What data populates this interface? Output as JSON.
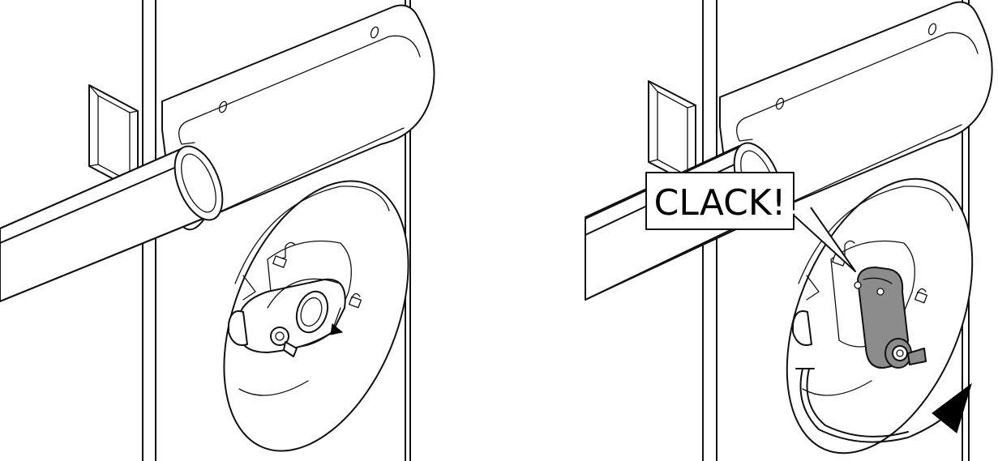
{
  "callout": {
    "text": "CLACK!"
  },
  "colors": {
    "line": "#111111",
    "handle_fill": "#8c8c8c",
    "background": "#ffffff",
    "arrow": "#000000"
  },
  "panels": [
    {
      "state": "handle-horizontal",
      "icons": [
        "lock-open-icon",
        "lock-closed-icon",
        "rotation-arrow-icon"
      ]
    },
    {
      "state": "handle-rotated-vertical",
      "icons": [
        "lock-open-icon",
        "lock-closed-icon",
        "rotation-arrow-icon",
        "callout-bubble"
      ]
    }
  ]
}
